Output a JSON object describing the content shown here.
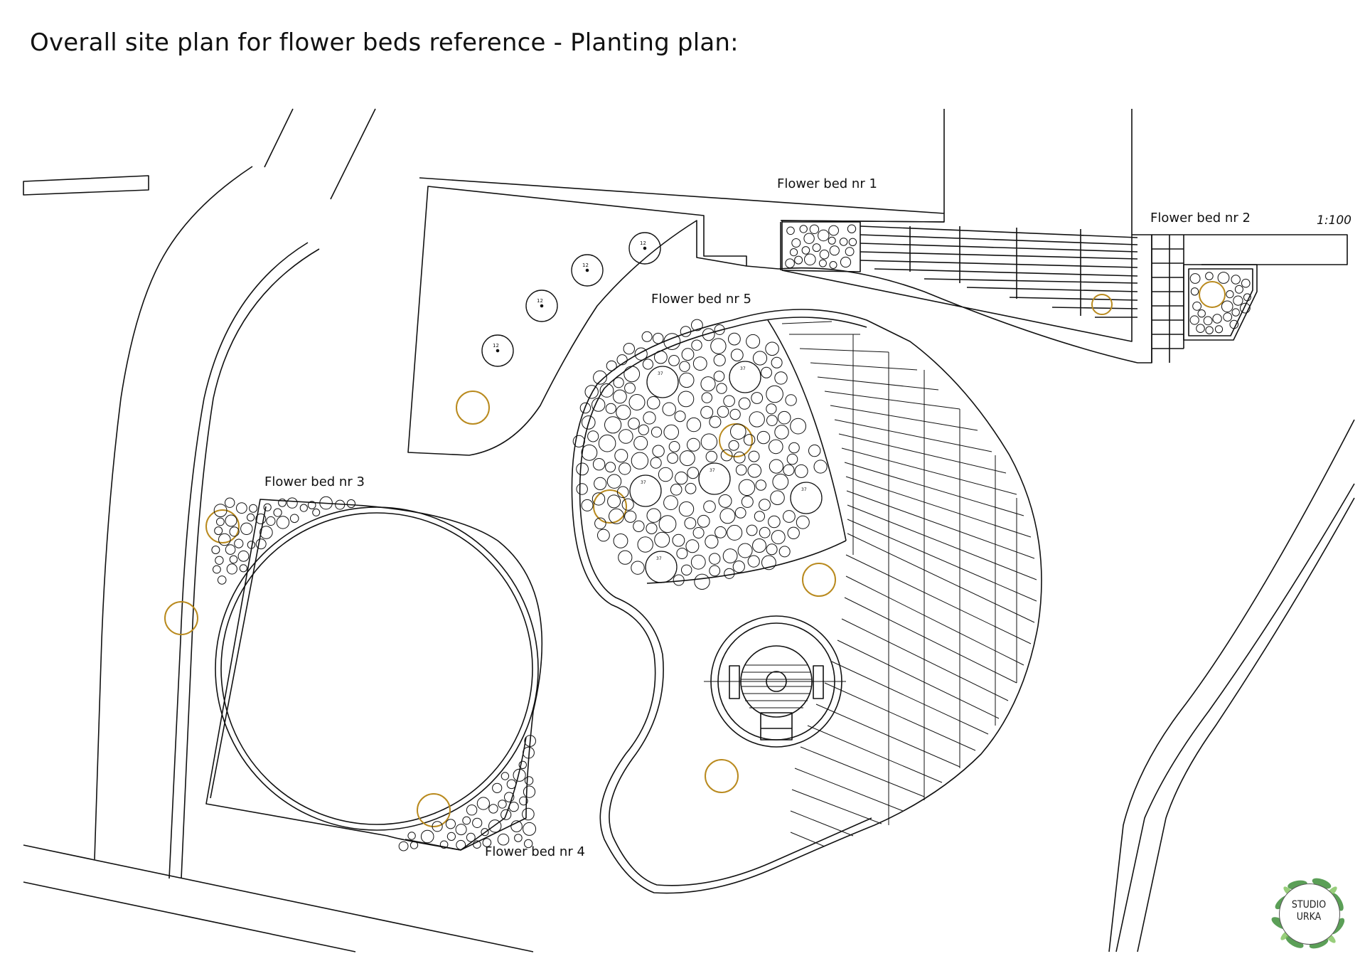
{
  "title": "Overall site plan for flower beds reference - Planting plan:",
  "scale": "1:100",
  "labels": {
    "bed1": "Flower bed nr 1",
    "bed2": "Flower bed nr 2",
    "bed3": "Flower bed nr 3",
    "bed4": "Flower bed nr 4",
    "bed5": "Flower bed nr 5"
  },
  "tree_label": "12",
  "large_plant_label": "37",
  "logo": {
    "line1": "STUDIO",
    "line2": "URKA"
  },
  "colors": {
    "line": "#111111",
    "tree_marker": "#b98a1e",
    "logo_leaf": "#3f8f3a"
  }
}
